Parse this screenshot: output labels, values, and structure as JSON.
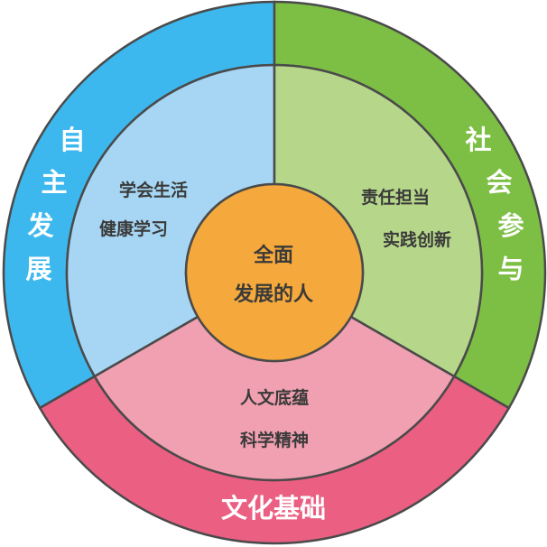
{
  "center": {
    "line1": "全面",
    "line2": "发展的人",
    "color": "#f5a83b"
  },
  "sectors": {
    "self": {
      "outer_label": [
        "自",
        "主",
        "发",
        "展"
      ],
      "inner_lines": [
        "学会生活",
        "健康学习"
      ],
      "outer_color": "#3db8ee",
      "inner_color": "#a6d6f3"
    },
    "social": {
      "outer_label": [
        "社",
        "会",
        "参",
        "与"
      ],
      "inner_lines": [
        "责任担当",
        "实践创新"
      ],
      "outer_color": "#7dbf45",
      "inner_color": "#b6d78a"
    },
    "culture": {
      "outer_label": "文化基础",
      "inner_lines": [
        "人文底蕴",
        "科学精神"
      ],
      "outer_color": "#ea5f82",
      "inner_color": "#f0a0b0"
    }
  },
  "colors": {
    "stroke": "#4a4a4a"
  }
}
